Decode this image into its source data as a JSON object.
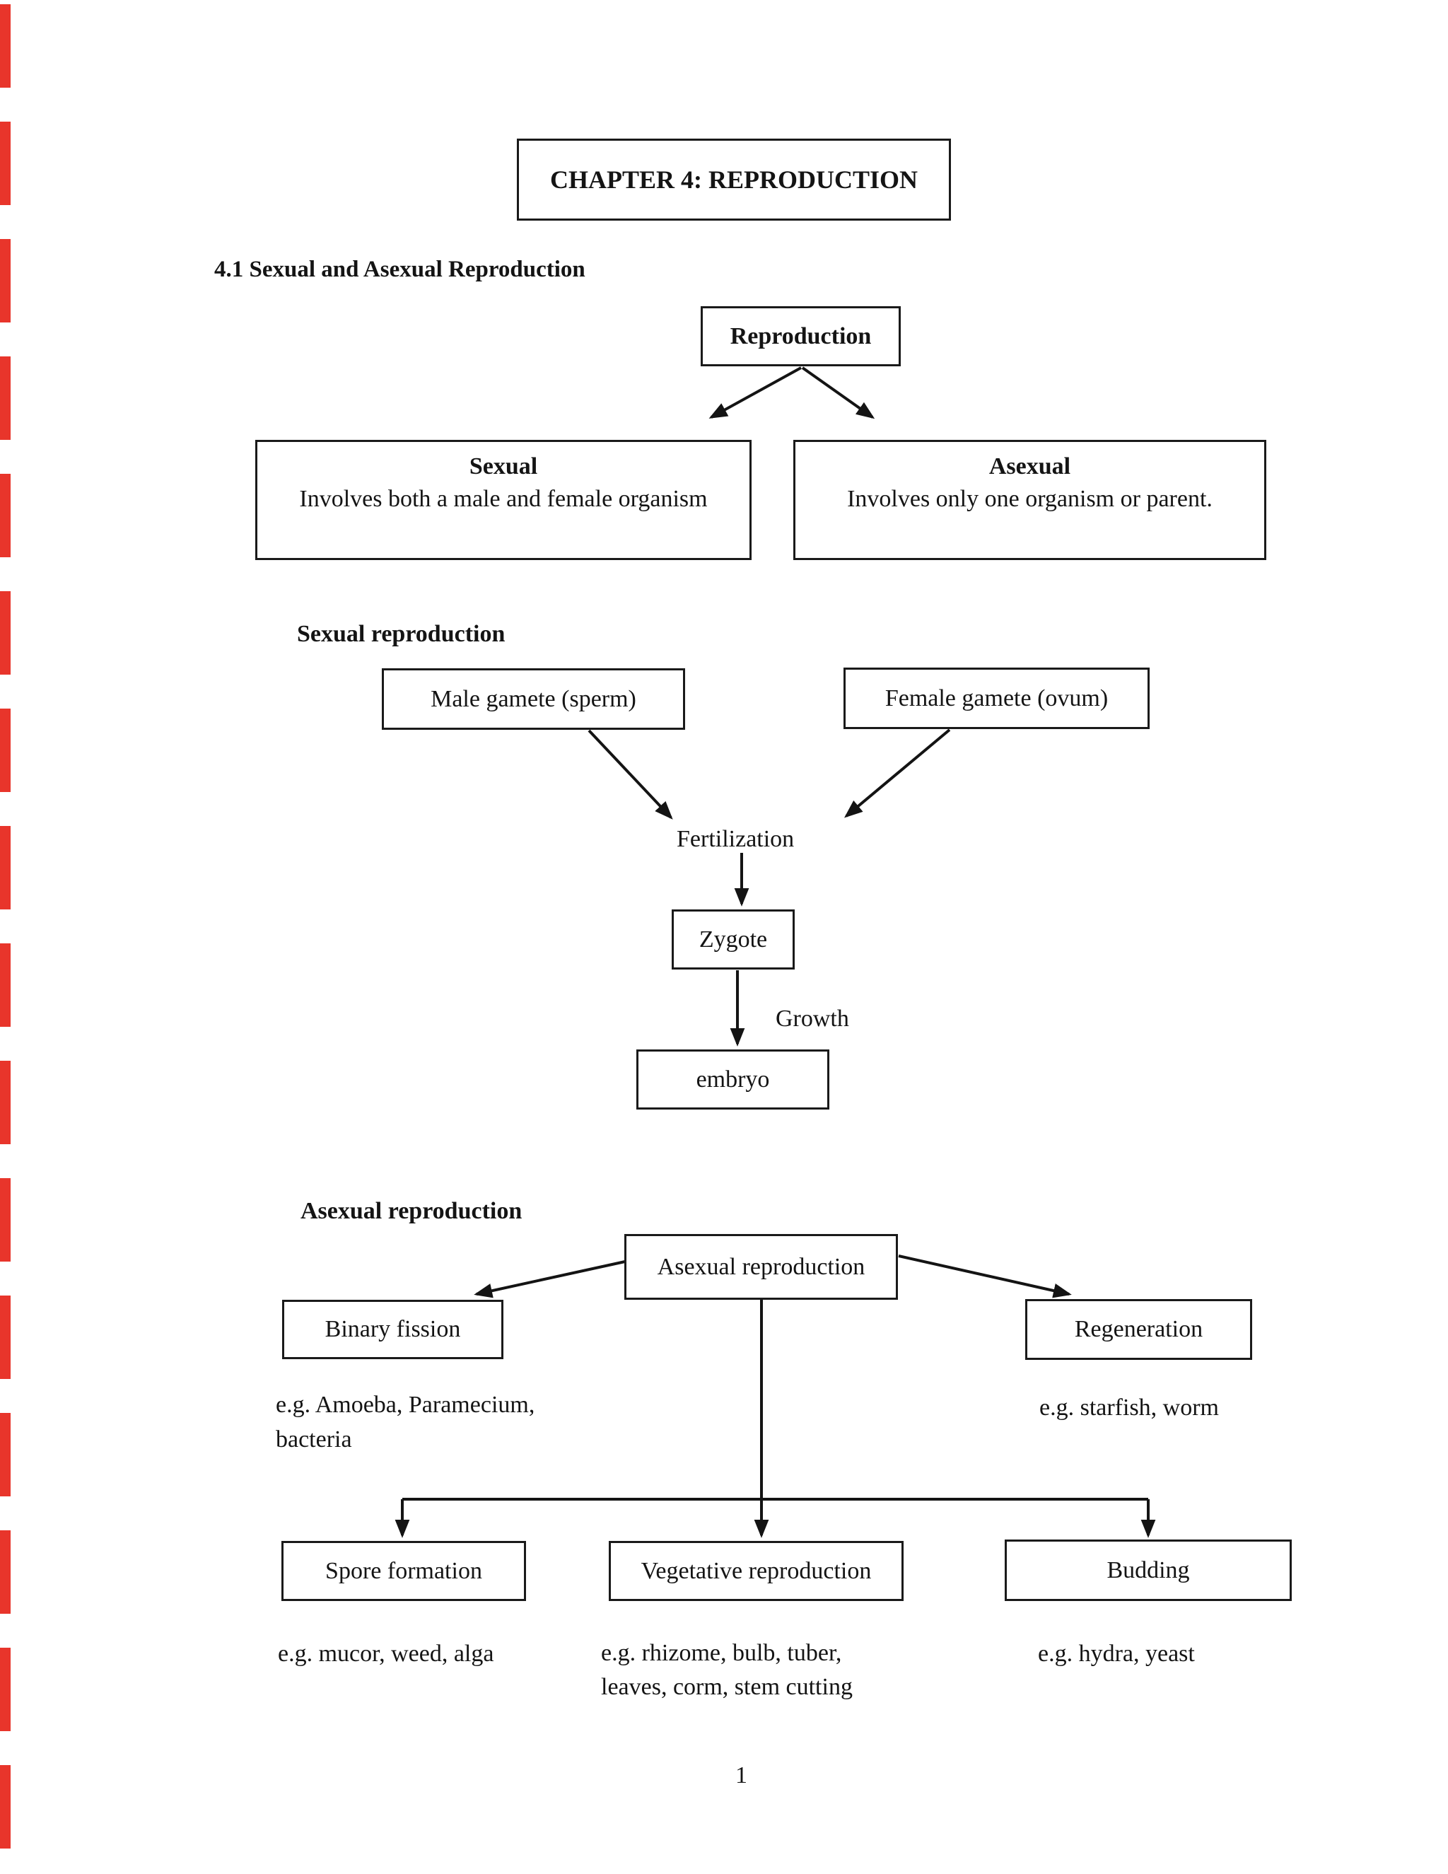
{
  "page": {
    "chapter_title": "CHAPTER 4: REPRODUCTION",
    "section_heading": "4.1 Sexual and Asexual Reproduction",
    "page_number": "1",
    "edge_dash_color": "#e8352b"
  },
  "overview_chart": {
    "root": "Reproduction",
    "sexual": {
      "title": "Sexual",
      "desc": "Involves both a male and female organism"
    },
    "asexual": {
      "title": "Asexual",
      "desc": "Involves only one organism or parent."
    }
  },
  "sexual_flow": {
    "heading": "Sexual reproduction",
    "male_gamete": "Male gamete (sperm)",
    "female_gamete": "Female gamete (ovum)",
    "fertilization": "Fertilization",
    "zygote": "Zygote",
    "growth": "Growth",
    "embryo": "embryo"
  },
  "asexual_flow": {
    "heading": "Asexual reproduction",
    "root": "Asexual reproduction",
    "binary_fission": "Binary fission",
    "binary_eg_line1": "e.g. Amoeba, Paramecium,",
    "binary_eg_line2": "bacteria",
    "regeneration": "Regeneration",
    "regeneration_eg": "e.g. starfish, worm",
    "spore_formation": "Spore formation",
    "spore_eg": "e.g. mucor, weed, alga",
    "vegetative": "Vegetative reproduction",
    "vegetative_eg_line1": "e.g. rhizome, bulb, tuber,",
    "vegetative_eg_line2": "leaves, corm, stem cutting",
    "budding": "Budding",
    "budding_eg": "e.g. hydra, yeast"
  }
}
